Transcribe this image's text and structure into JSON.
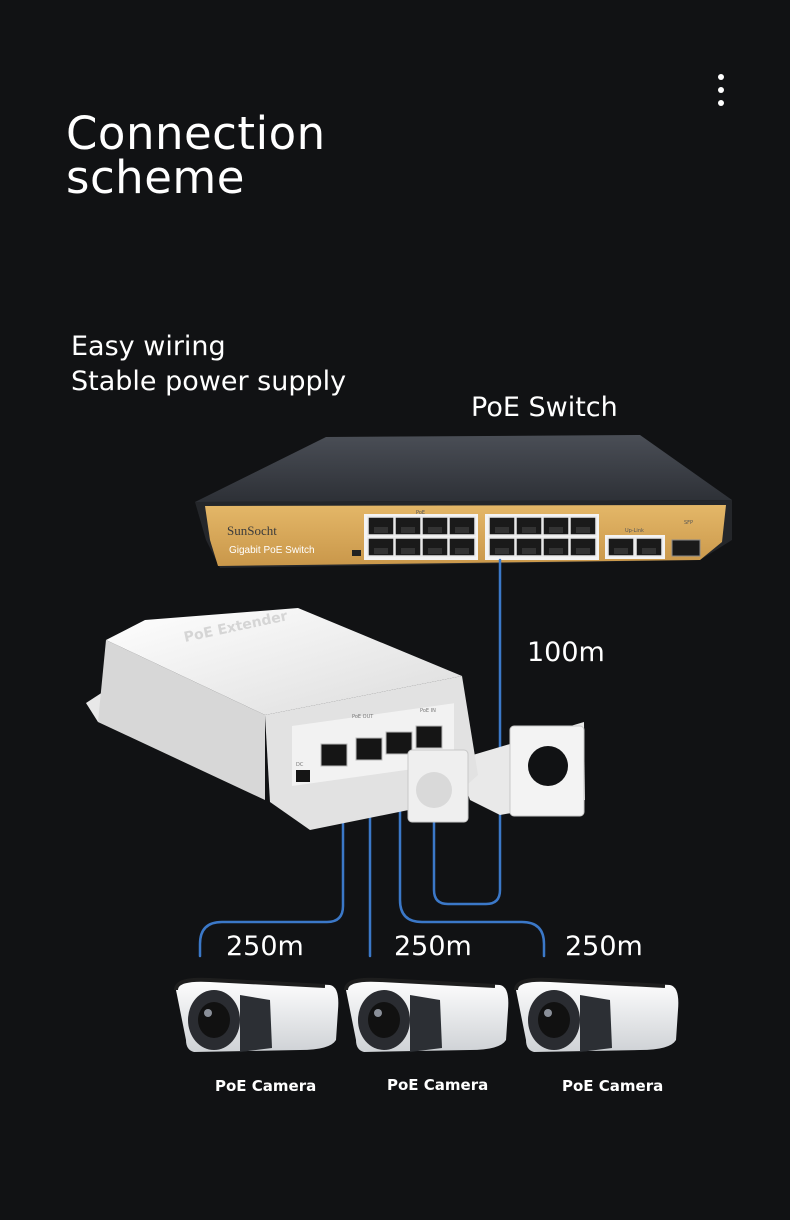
{
  "header": {
    "title": "Connection\nscheme",
    "menu_icon": "more-vertical-icon"
  },
  "taglines": [
    "Easy wiring",
    "Stable power supply"
  ],
  "labels": {
    "switch": "PoE Switch",
    "uplink_distance": "100m",
    "camera_distance_1": "250m",
    "camera_distance_2": "250m",
    "camera_distance_3": "250m",
    "camera_1": "PoE Camera",
    "camera_2": "PoE Camera",
    "camera_3": "PoE Camera"
  },
  "device_text": {
    "switch_brand": "SunSocht",
    "switch_model": "Gigabit PoE Switch",
    "switch_poe_group": "PoE",
    "switch_uplink": "Up-Link",
    "switch_sfp": "SFP",
    "extender_name": "PoE Extender",
    "extender_out": "PoE OUT",
    "extender_in": "PoE IN",
    "extender_dc": "DC"
  },
  "colors": {
    "background": "#111214",
    "cable": "#3b78c8",
    "switch_panel": "#d9a85a",
    "extender": "#f1f1f1",
    "text": "#ffffff"
  }
}
